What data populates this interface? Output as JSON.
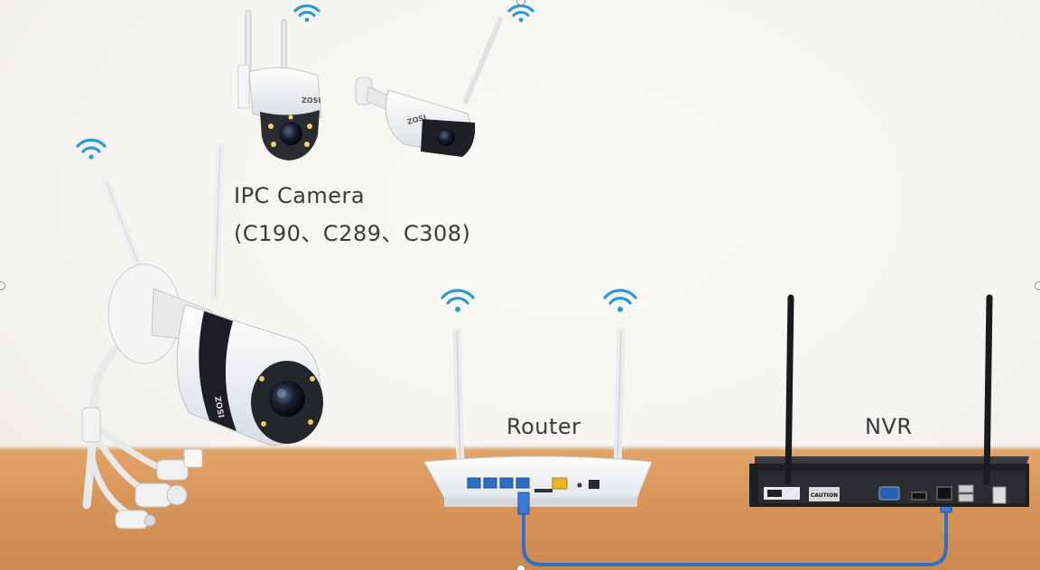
{
  "labels": {
    "ipc_title": "IPC Camera",
    "ipc_models": "(C190、C289、C308)",
    "router": "Router",
    "nvr": "NVR"
  },
  "brand_text": "ZOSI",
  "nvr_panel": {
    "caution": "CAUTION"
  },
  "colors": {
    "wifi": "#2a9ad6",
    "cable": "#2e6fc7",
    "floor": "#d9965a"
  }
}
